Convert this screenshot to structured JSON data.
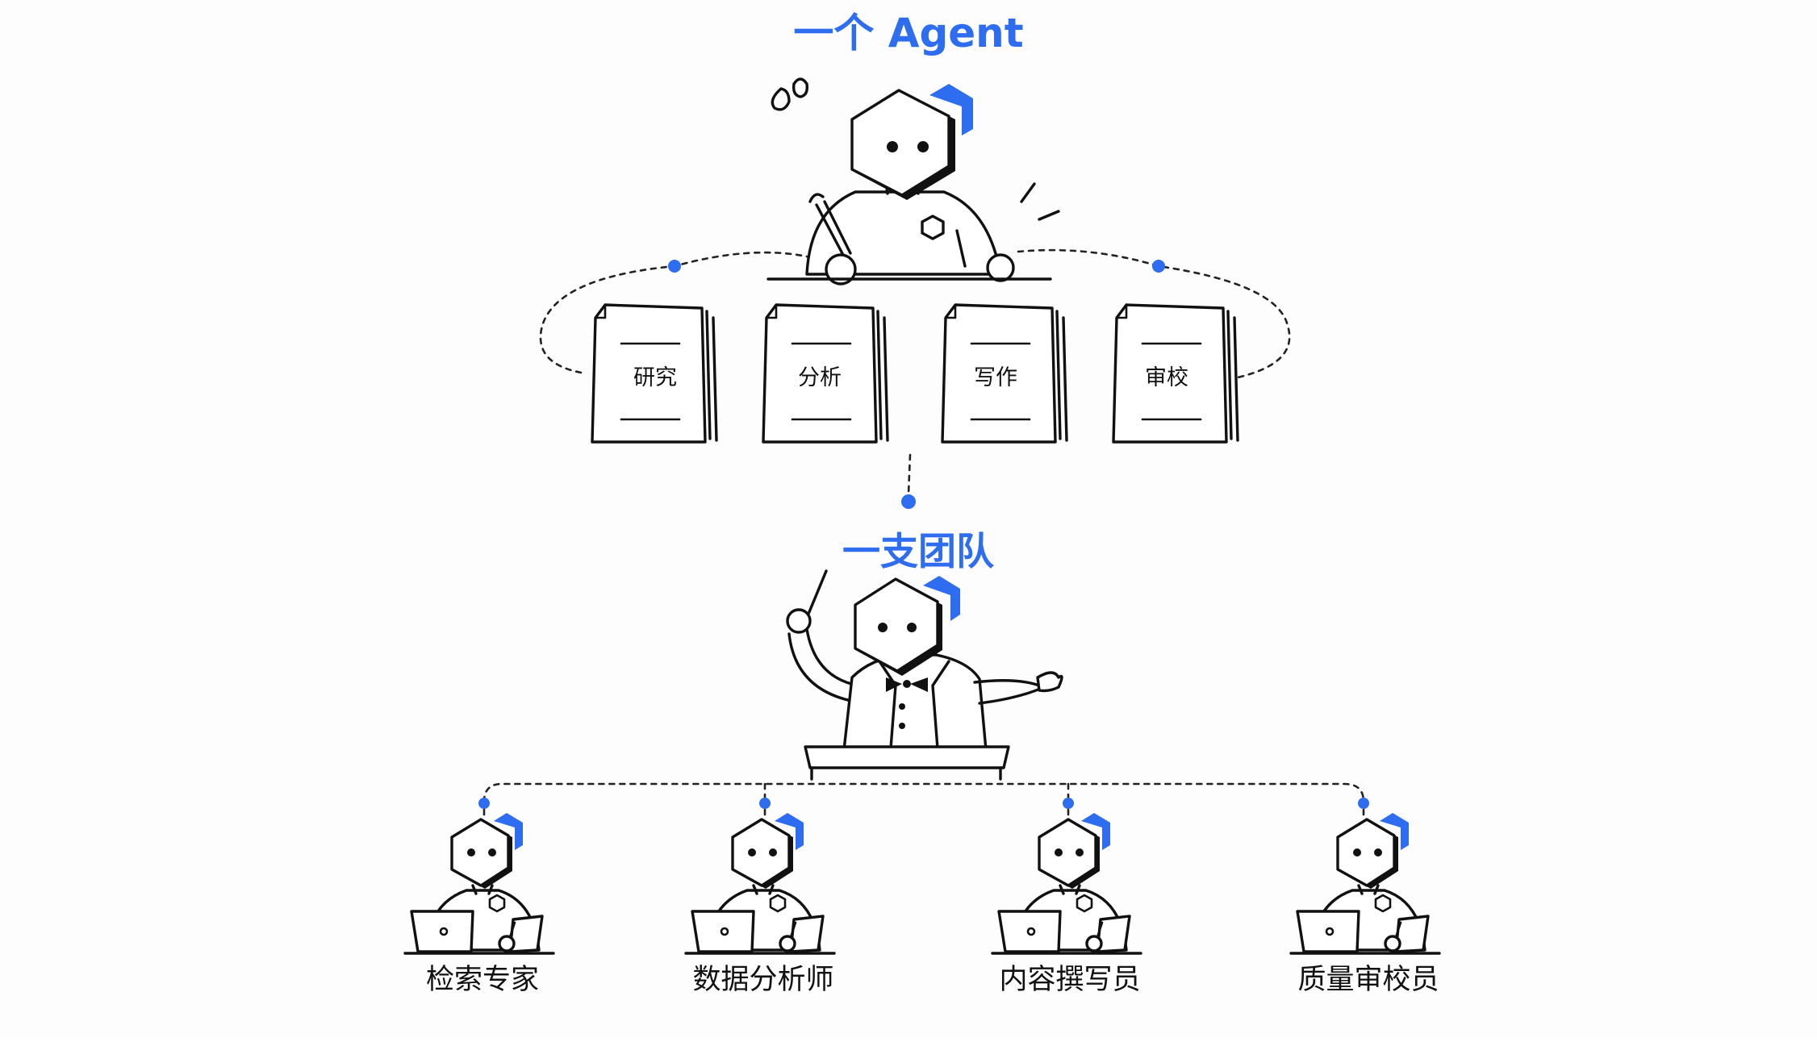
{
  "top_section": {
    "title": "一个 Agent"
  },
  "tasks": [
    {
      "label": "研究"
    },
    {
      "label": "分析"
    },
    {
      "label": "写作"
    },
    {
      "label": "审校"
    }
  ],
  "bottom_section": {
    "title": "一支团队"
  },
  "team_roles": [
    {
      "label": "检索专家"
    },
    {
      "label": "数据分析师"
    },
    {
      "label": "内容撰写员"
    },
    {
      "label": "质量审校员"
    }
  ],
  "colors": {
    "accent": "#2e6df0",
    "ink": "#111111",
    "background": "#fdfdfd"
  }
}
